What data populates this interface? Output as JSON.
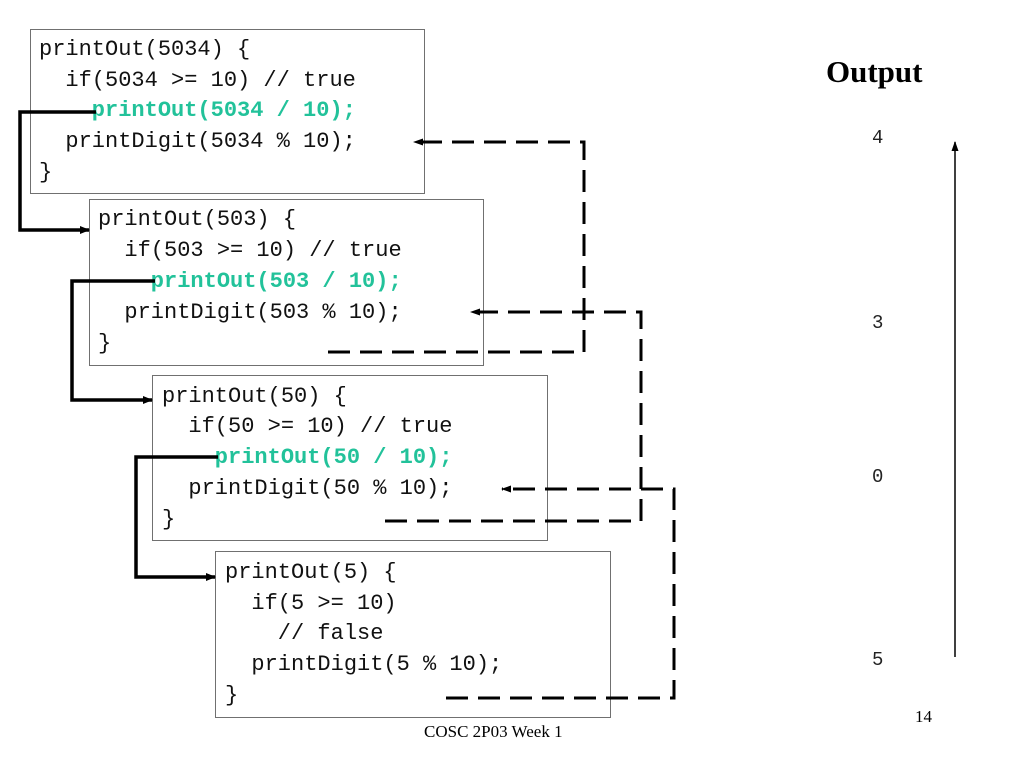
{
  "frames": [
    {
      "lines": [
        "printOut(5034) {",
        "  if(5034 >= 10) // true",
        "    printOut(5034 / 10);",
        "  printDigit(5034 % 10);",
        "}"
      ]
    },
    {
      "lines": [
        "printOut(503) {",
        "  if(503 >= 10) // true",
        "    printOut(503 / 10);",
        "  printDigit(503 % 10);",
        "}"
      ]
    },
    {
      "lines": [
        "printOut(50) {",
        "  if(50 >= 10) // true",
        "    printOut(50 / 10);",
        "  printDigit(50 % 10);",
        "}"
      ]
    },
    {
      "lines": [
        "printOut(5) {",
        "  if(5 >= 10)",
        "    // false",
        "  printDigit(5 % 10);",
        "}"
      ]
    }
  ],
  "output": {
    "title": "Output",
    "digits": [
      "4",
      "3",
      "0",
      "5"
    ]
  },
  "footer": "COSC 2P03 Week 1",
  "page_number": "14",
  "colors": {
    "highlight": "#22c29a",
    "code_text": "#111111",
    "frame_border": "#707070",
    "arrow": "#000000"
  }
}
